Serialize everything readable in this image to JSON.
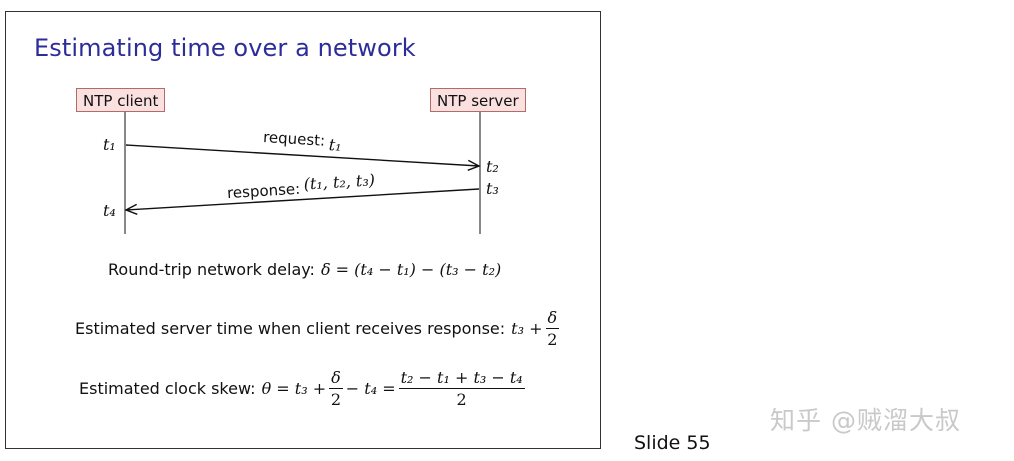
{
  "slide": {
    "title": "Estimating time over a network",
    "number_label": "Slide 55"
  },
  "diagram": {
    "client_label": "NTP client",
    "server_label": "NTP server",
    "request_label": "request:",
    "request_time": "t₁",
    "response_label": "response:",
    "response_times": "(t₁, t₂, t₃)",
    "t1": "t₁",
    "t2": "t₂",
    "t3": "t₃",
    "t4": "t₄"
  },
  "equations": {
    "delay_text": "Round-trip network delay:",
    "delay_formula": "δ = (t₄ − t₁) − (t₃ − t₂)",
    "server_time_text": "Estimated server time when client receives response:",
    "server_time_lhs": "t₃ +",
    "server_time_num": "δ",
    "server_time_den": "2",
    "skew_text": "Estimated clock skew:",
    "skew_lhs": "θ = t₃ +",
    "skew_num": "δ",
    "skew_den": "2",
    "skew_mid": "− t₄ =",
    "skew_frac_num": "t₂ − t₁ + t₃ − t₄",
    "skew_frac_den": "2"
  },
  "watermark": "知乎 @贼溜大叔",
  "colors": {
    "title": "#2d2d9a",
    "box_fill": "#fbe0e0",
    "box_border": "#b36a6a"
  }
}
